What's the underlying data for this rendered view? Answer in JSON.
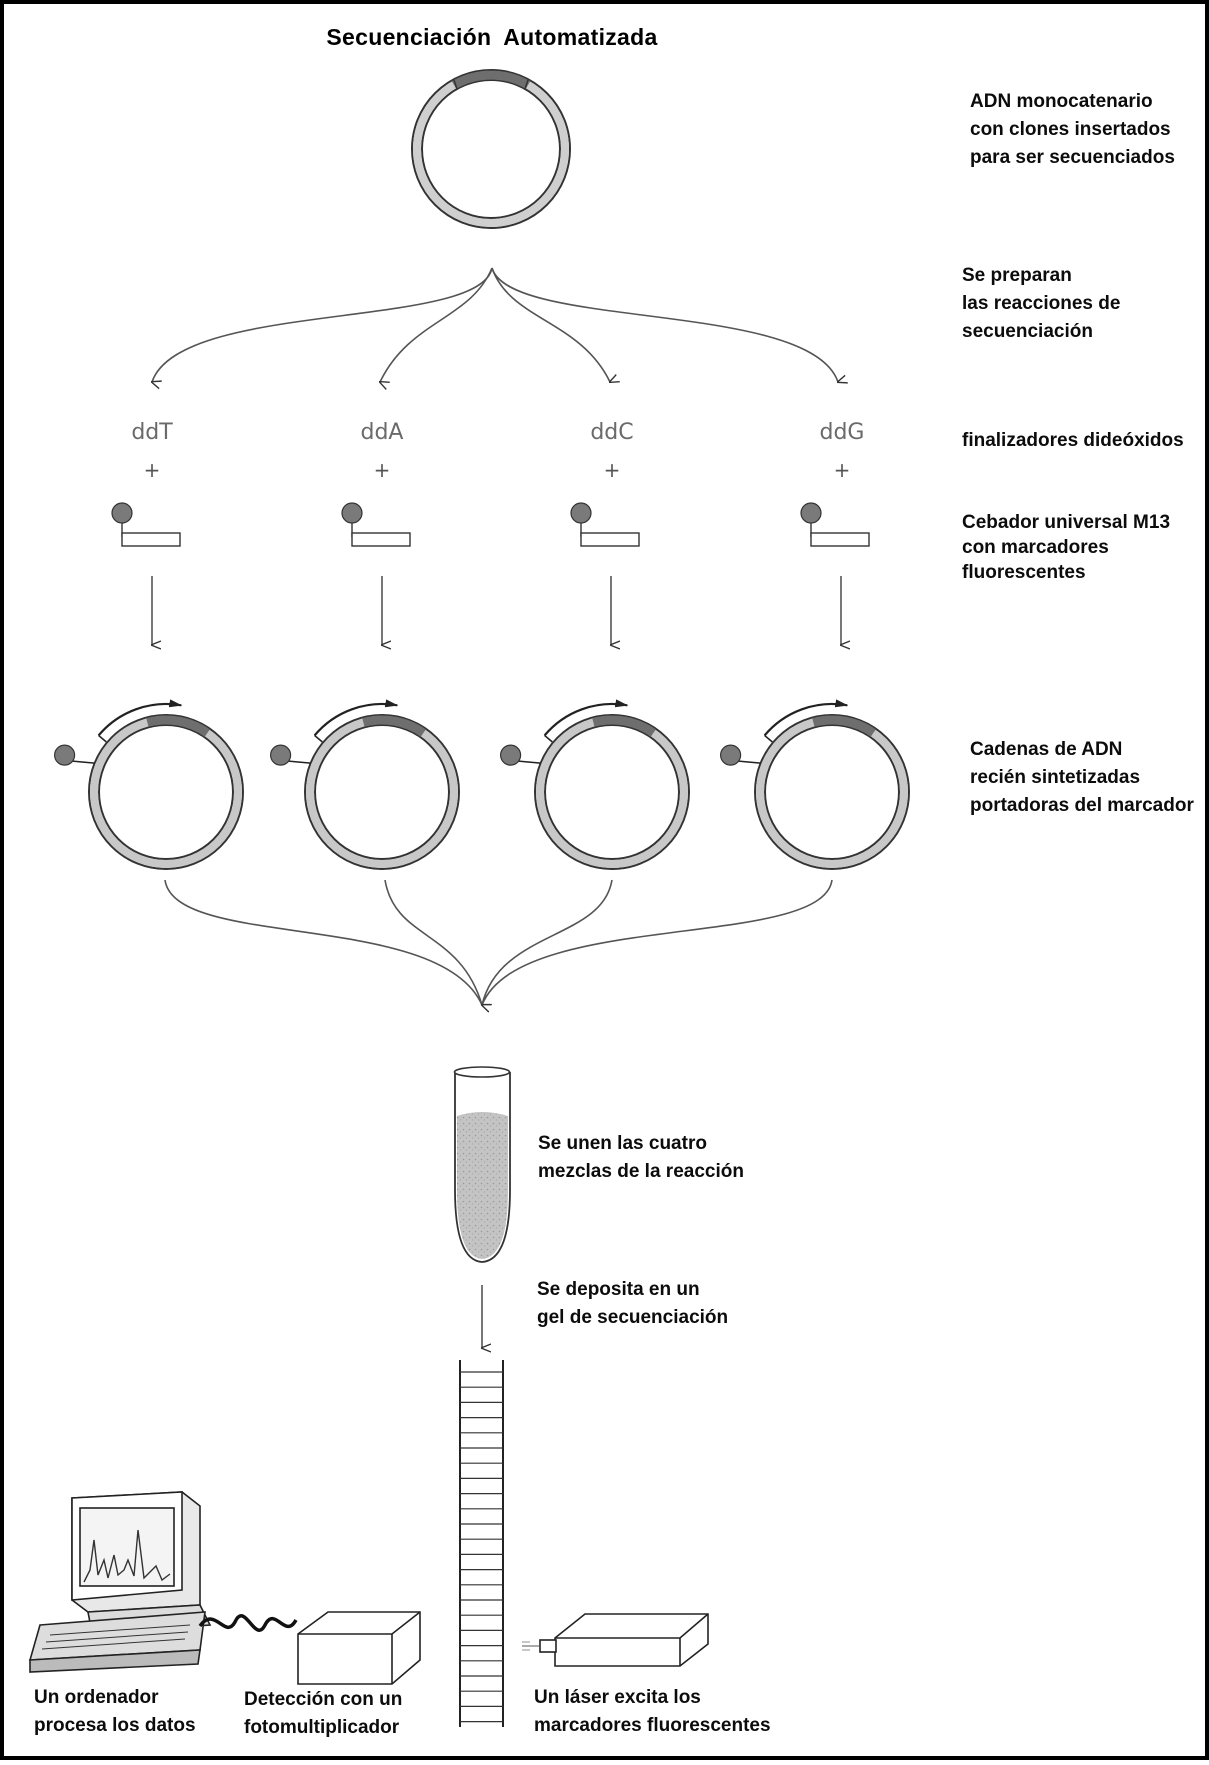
{
  "title": "Secuenciación  Automatizada",
  "steps": [
    {
      "lines": [
        "ADN monocatenario",
        "con clones insertados",
        "para ser secuenciados"
      ]
    },
    {
      "lines": [
        "Se preparan",
        "las reacciones de",
        "secuenciación"
      ]
    },
    {
      "lines": [
        "finalizadores dideóxidos"
      ]
    },
    {
      "lines": [
        "Cebador universal  M13",
        "con marcadores",
        "fluorescentes"
      ]
    },
    {
      "lines": [
        "Cadenas de ADN",
        "recién sintetizadas",
        "portadoras del marcador"
      ]
    },
    {
      "lines": [
        "Se unen las cuatro",
        "mezclas de la reacción"
      ]
    },
    {
      "lines": [
        "Se deposita en un",
        "gel de secuenciación"
      ]
    }
  ],
  "terminators": [
    "ddT",
    "ddA",
    "ddC",
    "ddG"
  ],
  "plus_sign": "+",
  "bottom_labels": {
    "computer": [
      "Un ordenador",
      "procesa los datos"
    ],
    "detector": [
      "Detección con un",
      "fotomultiplicador"
    ],
    "laser": [
      "Un láser excita los",
      "marcadores fluorescentes"
    ]
  },
  "colors": {
    "frame": "#000000",
    "line": "#444444",
    "insert": "#6e6e6e",
    "ring": "#bdbdbd",
    "dye": "#7a7a7a"
  }
}
